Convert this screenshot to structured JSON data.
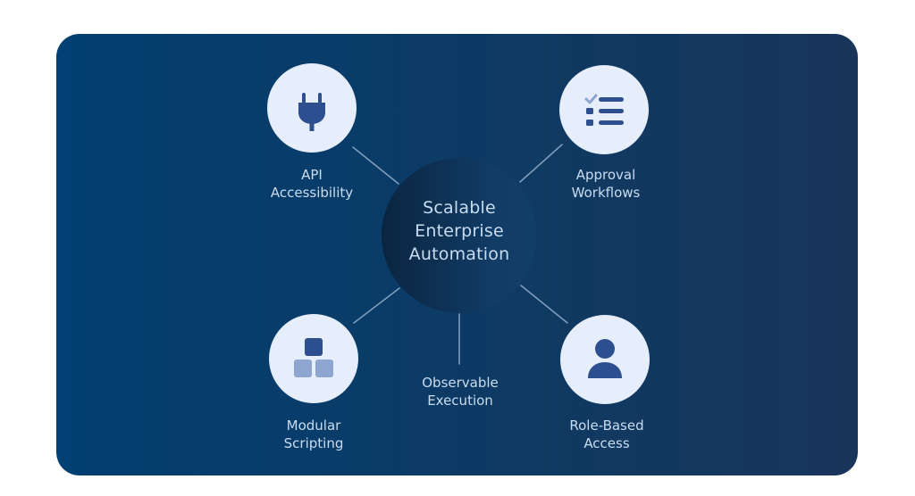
{
  "diagram": {
    "hub": {
      "lines": [
        "Scalable",
        "Enterprise",
        "Automation"
      ]
    },
    "nodes": [
      {
        "id": "api",
        "lines": [
          "API",
          "Accessibility"
        ],
        "icon": "plug-icon"
      },
      {
        "id": "approval",
        "lines": [
          "Approval",
          "Workflows"
        ],
        "icon": "checklist-icon"
      },
      {
        "id": "modular",
        "lines": [
          "Modular",
          "Scripting"
        ],
        "icon": "blocks-icon"
      },
      {
        "id": "observable",
        "lines": [
          "Observable",
          "Execution"
        ],
        "icon": ""
      },
      {
        "id": "role",
        "lines": [
          "Role-Based",
          "Access"
        ],
        "icon": "user-icon"
      }
    ],
    "colors": {
      "panel_left": "#023f72",
      "panel_right": "#19365a",
      "icon_dark": "#2e4f8f",
      "icon_light": "#8ea5cf",
      "circle_fill": "#e6eefb",
      "text": "#c9dcef",
      "connector": "#7f9cbb"
    }
  }
}
